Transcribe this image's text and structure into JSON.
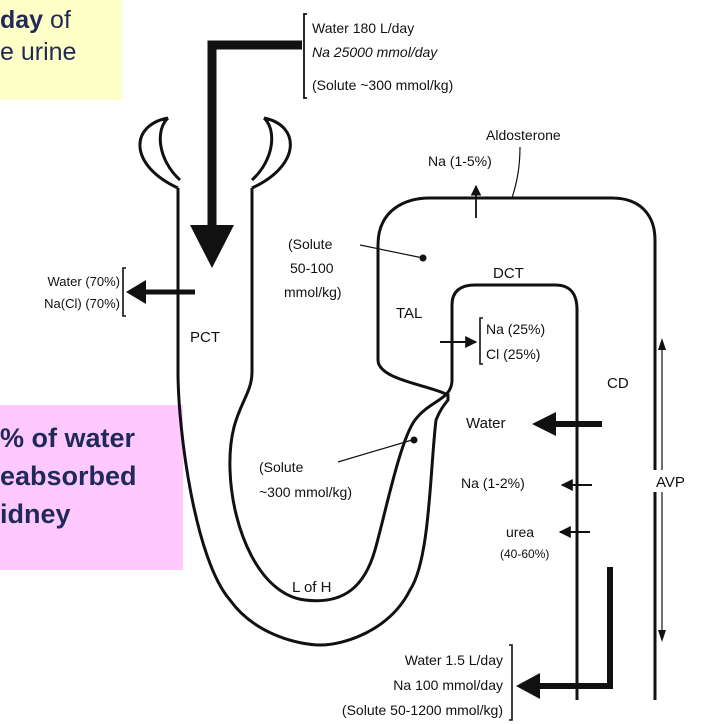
{
  "colors": {
    "callout_top_bg": "#ffffc8",
    "callout_mid_bg": "#ffc8ff",
    "callout_text": "#1f2a5a",
    "ink": "#111111"
  },
  "callout_top": {
    "bold_fragment": "day",
    "line1_rest": " of",
    "line2": "e urine"
  },
  "callout_mid": {
    "line1": "% of water",
    "line2": "eabsorbed",
    "line3": "idney"
  },
  "filtrate": {
    "water": "Water 180 L/day",
    "na": "Na 25000 mmol/day",
    "solute": "(Solute ~300 mmol/kg)"
  },
  "pct": {
    "segment_label": "PCT",
    "water": "Water (70%)",
    "nacl": "Na(Cl) (70%)"
  },
  "tal": {
    "solute_line1": "(Solute",
    "solute_line2": "50-100",
    "solute_line3": "mmol/kg)",
    "segment_label": "TAL",
    "na": "Na (25%)",
    "cl": "Cl (25%)"
  },
  "dct": {
    "segment_label": "DCT",
    "hormone": "Aldosterone",
    "na": "Na (1-5%)"
  },
  "loop": {
    "solute_line1": "(Solute",
    "solute_line2": "~300 mmol/kg)",
    "segment_label": "L of H"
  },
  "cd": {
    "segment_label": "CD",
    "water": "Water",
    "na": "Na (1-2%)",
    "urea": "urea",
    "urea_pct": "(40-60%)",
    "hormone": "AVP"
  },
  "urine": {
    "water": "Water  1.5 L/day",
    "na": "Na  100  mmol/day",
    "solute": "(Solute 50-1200 mmol/kg)"
  }
}
